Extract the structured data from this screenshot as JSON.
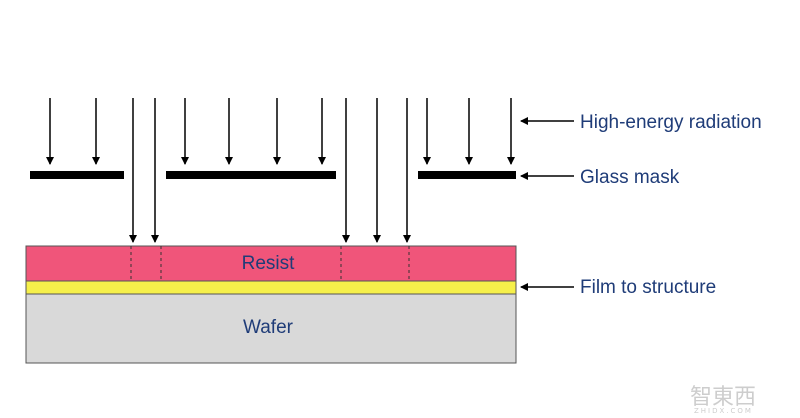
{
  "labels": {
    "radiation": "High-energy radiation",
    "mask": "Glass mask",
    "film": "Film to structure"
  },
  "layers": {
    "resist": "Resist",
    "wafer": "Wafer"
  },
  "watermark": {
    "text": "智東西",
    "sub": "ZHIDX.COM"
  },
  "colors": {
    "resist": "#f0557a",
    "film": "#f6f04a",
    "wafer": "#d9d9d9",
    "label_text": "#1f3c78"
  }
}
